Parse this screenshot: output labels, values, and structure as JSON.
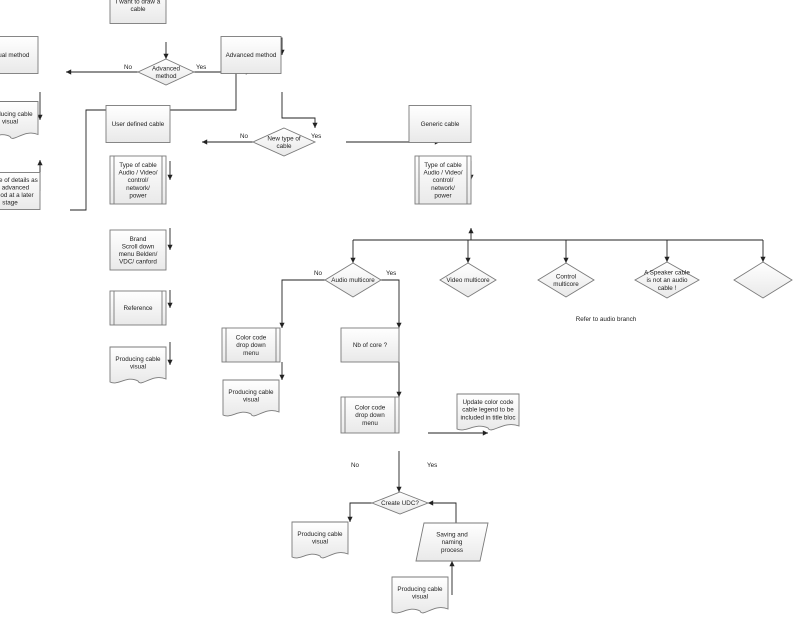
{
  "nodes": {
    "start": [
      "I want to draw a",
      "cable"
    ],
    "advanced_q": [
      "Advanced",
      "method"
    ],
    "usual": [
      "Usual method"
    ],
    "advanced": [
      "Advanced method"
    ],
    "produce_usual": [
      "Producing cable",
      "visual"
    ],
    "update_later": [
      "Update of details as",
      "per advanced",
      "method at a later",
      "stage"
    ],
    "new_type_q": [
      "New type of",
      "cable"
    ],
    "user_defined": [
      "User defined cable"
    ],
    "generic": [
      "Generic cable"
    ],
    "type_left": [
      "Type of cable",
      "Audio / Video/",
      "control/",
      "network/",
      "power"
    ],
    "type_right": [
      "Type of cable",
      "Audio / Video/",
      "control/",
      "network/",
      "power"
    ],
    "brand": [
      "Brand",
      "Scroll down",
      "menu Belden/",
      "VDC/ canford"
    ],
    "reference": [
      "Reference"
    ],
    "produce_left": [
      "Producing cable",
      "visual"
    ],
    "audio_multicore": [
      "Audio multicore"
    ],
    "video_multicore": [
      "Video multicore"
    ],
    "control_multicore": [
      "Control",
      "multicore"
    ],
    "speaker": [
      "A Speaker cable",
      "is not an audio",
      "cable !"
    ],
    "blank_q": [],
    "color_left": [
      "Color code",
      "drop down",
      "menu"
    ],
    "produce_mid": [
      "Producing cable",
      "visual"
    ],
    "nb_core": [
      "Nb of core ?"
    ],
    "color_center": [
      "Color code",
      "drop down",
      "menu"
    ],
    "update_legend": [
      "Update color code",
      "cable legend to be",
      "included in title bloc"
    ],
    "create_udc": [
      "Create UDC?"
    ],
    "produce_bottom": [
      "Producing cable",
      "visual"
    ],
    "saving": [
      "Saving and",
      "naming",
      "process"
    ],
    "produce_last": [
      "Producing cable",
      "visual"
    ]
  },
  "edge_labels": {
    "advanced_no": "No",
    "advanced_yes": "Yes",
    "newtype_no": "No",
    "newtype_yes": "Yes",
    "audio_no": "No",
    "audio_yes": "Yes",
    "udc_no": "No",
    "udc_yes": "Yes"
  },
  "annotations": {
    "refer": "Refer to audio branch"
  }
}
